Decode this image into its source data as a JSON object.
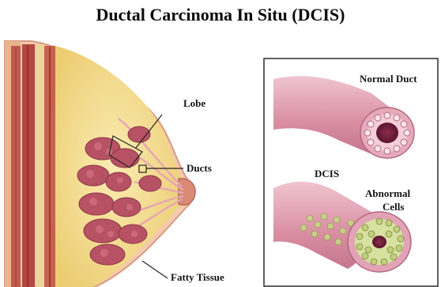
{
  "title": "Ductal Carcinoma In Situ (DCIS)",
  "labels": {
    "lobe": "Lobe",
    "ducts": "Ducts",
    "fatty_tissue": "Fatty Tissue",
    "normal_duct": "Normal Duct",
    "dcis": "DCIS",
    "abnormal_cells_line1": "Abnormal",
    "abnormal_cells_line2": "Cells"
  },
  "colors": {
    "fat": "#f3d98a",
    "lobule": "#b75264",
    "muscle": "#c25a4e",
    "duct_wall": "#e2a8b7",
    "panel_border": "#2b2b2b"
  }
}
